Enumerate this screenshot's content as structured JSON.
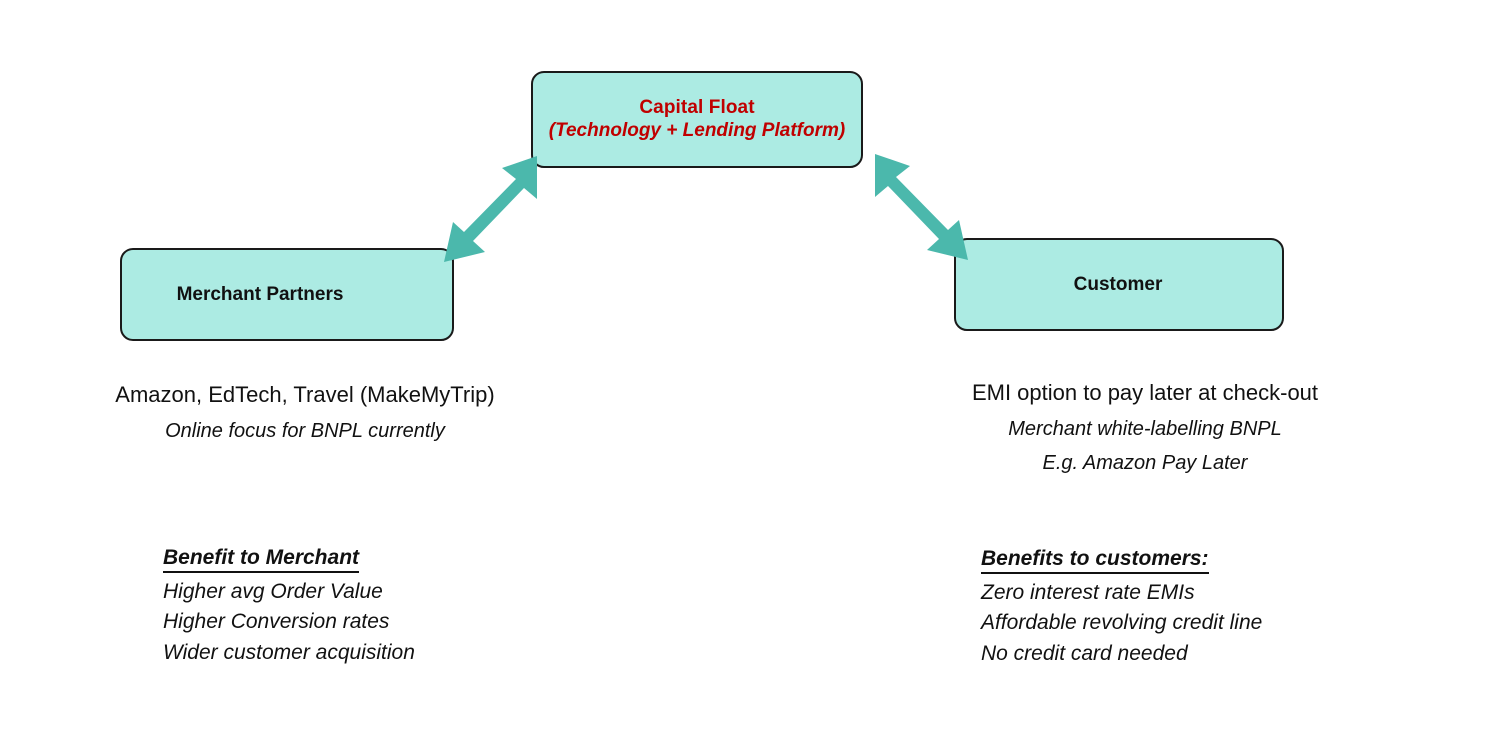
{
  "diagram": {
    "type": "business-model-flow",
    "colors": {
      "box_fill": "#ACEBE3",
      "box_border": "#1A1A1A",
      "arrow": "#4BB8AC",
      "accent_red": "#C00000",
      "text": "#111111",
      "background": "#FFFFFF"
    },
    "nodes": {
      "center": {
        "title": "Capital Float",
        "subtitle": "(Technology + Lending Platform)"
      },
      "left": {
        "label": "Merchant Partners"
      },
      "right": {
        "label": "Customer"
      }
    },
    "connectors": [
      {
        "name": "merchant-to-capital-float",
        "style": "double-headed-arrow",
        "direction": "diagonal-up-right"
      },
      {
        "name": "capital-float-to-customer",
        "style": "double-headed-arrow",
        "direction": "diagonal-down-right"
      }
    ],
    "columns": {
      "merchant": {
        "lines": [
          {
            "text": "Amazon, EdTech, Travel (MakeMyTrip)",
            "style": "normal"
          },
          {
            "text": "Online focus for BNPL currently",
            "style": "italic"
          }
        ],
        "benefits": {
          "heading": "Benefit to Merchant",
          "items": [
            "Higher avg Order Value",
            "Higher Conversion rates",
            "Wider customer acquisition"
          ]
        }
      },
      "customer": {
        "lines": [
          {
            "text": "EMI option to pay later at check-out",
            "style": "normal"
          },
          {
            "text": "Merchant white-labelling BNPL",
            "style": "italic"
          },
          {
            "text": "E.g. Amazon Pay Later",
            "style": "italic"
          }
        ],
        "benefits": {
          "heading": "Benefits to customers:",
          "items": [
            "Zero interest rate EMIs",
            "Affordable revolving credit line",
            "No credit card needed"
          ]
        }
      }
    }
  }
}
